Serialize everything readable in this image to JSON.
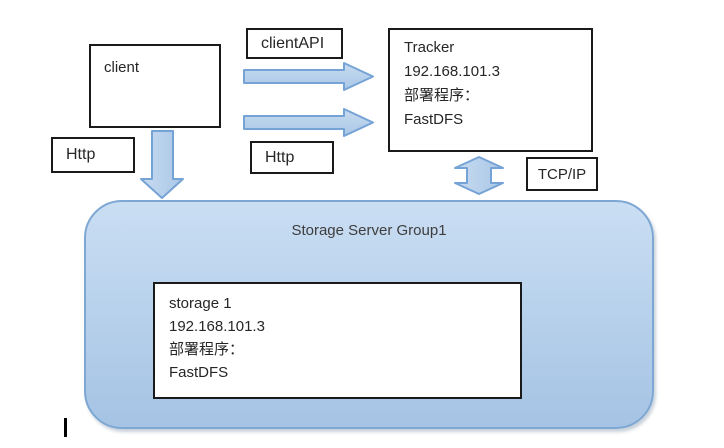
{
  "diagram": {
    "client_box": {
      "label": "client"
    },
    "client_api_label": {
      "label": "clientAPI"
    },
    "http_left_label": {
      "label": "Http"
    },
    "http_right_label": {
      "label": "Http"
    },
    "tcpip_label": {
      "label": "TCP/IP"
    },
    "tracker_box": {
      "lines": [
        "Tracker",
        "192.168.101.3",
        "部署程序：",
        "FastDFS"
      ]
    },
    "storage_group": {
      "title": "Storage Server Group1"
    },
    "storage_box": {
      "lines": [
        "storage 1",
        "192.168.101.3",
        "部署程序：",
        "FastDFS"
      ]
    },
    "colors": {
      "shape_fill_top": "#c8dbf0",
      "shape_fill_bottom": "#a9c7e7",
      "shape_stroke": "#76a3d6",
      "group_border": "#7ea8d3",
      "box_border": "#1a1a1a",
      "text": "#262626"
    }
  }
}
